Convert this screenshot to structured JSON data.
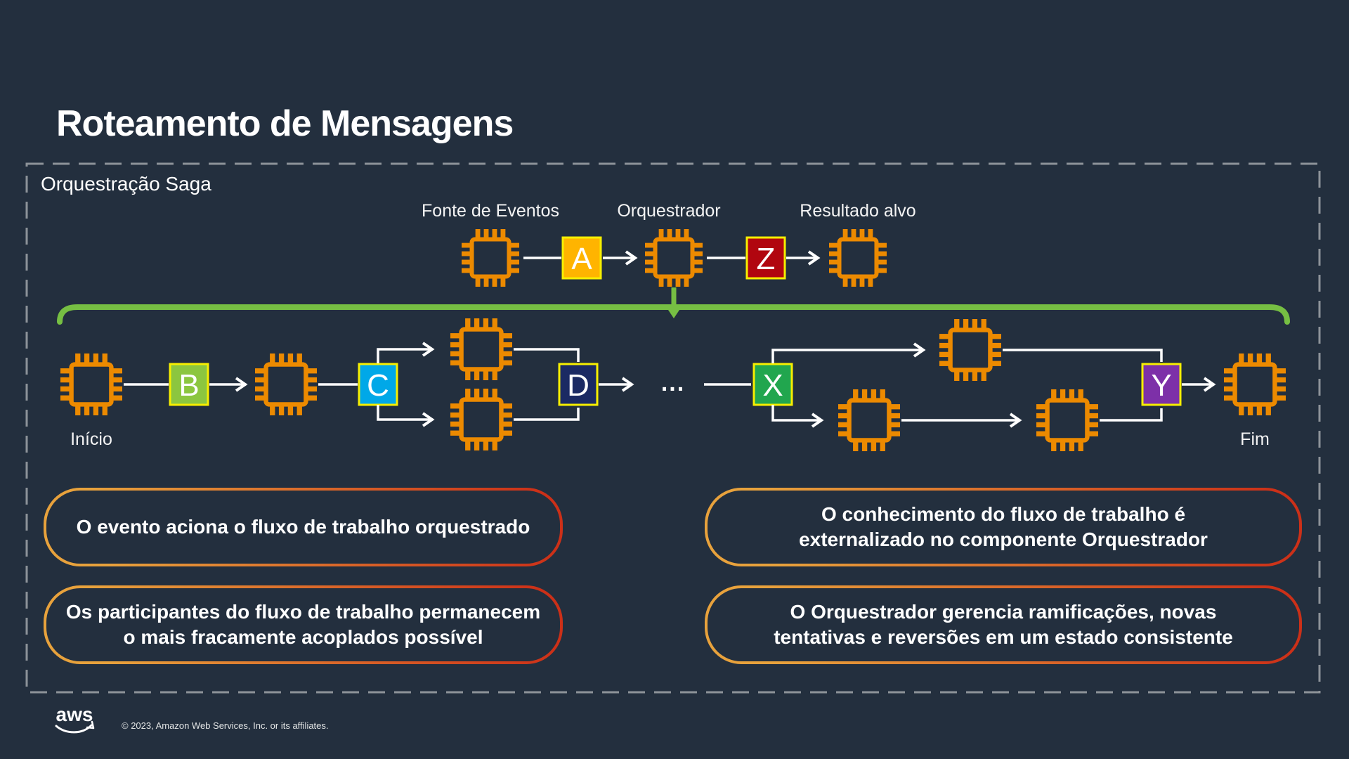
{
  "title": "Roteamento de Mensagens",
  "frame_label": "Orquestração Saga",
  "top_flow": {
    "source_label": "Fonte de Eventos",
    "orchestrator_label": "Orquestrador",
    "result_label": "Resultado alvo",
    "message_a": {
      "label": "A",
      "color": "#FFB400"
    },
    "message_z": {
      "label": "Z",
      "color": "#B1060F"
    }
  },
  "workflow": {
    "start_label": "Início",
    "end_label": "Fim",
    "ellipsis": "...",
    "message_b": {
      "label": "B",
      "color": "#8CC63F"
    },
    "message_c": {
      "label": "C",
      "color": "#00A8E8"
    },
    "message_d": {
      "label": "D",
      "color": "#1B2A63"
    },
    "message_x": {
      "label": "X",
      "color": "#21A64E"
    },
    "message_y": {
      "label": "Y",
      "color": "#7D30A8"
    }
  },
  "callouts": [
    {
      "lines": [
        "O evento aciona o fluxo de trabalho orquestrado"
      ]
    },
    {
      "lines": [
        "O conhecimento do fluxo de trabalho é",
        "externalizado no componente Orquestrador"
      ]
    },
    {
      "lines": [
        "Os participantes do fluxo de trabalho permanecem",
        "o mais fracamente acoplados possível"
      ]
    },
    {
      "lines": [
        "O Orquestrador gerencia ramificações, novas",
        "tentativas e reversões em um estado consistente"
      ]
    }
  ],
  "footer": {
    "logo_text": "aws",
    "copyright": "© 2023, Amazon Web Services, Inc. or its affiliates."
  },
  "colors": {
    "background": "#232F3E",
    "chip_orange": "#EC8A00",
    "connector_white": "#FFFFFF",
    "bracket_green": "#76BF43",
    "node_border_yellow": "#F7EF00",
    "frame_border_gray": "#8D9399",
    "callout_border_start": "#E8A23C",
    "callout_border_end": "#CC3018"
  }
}
